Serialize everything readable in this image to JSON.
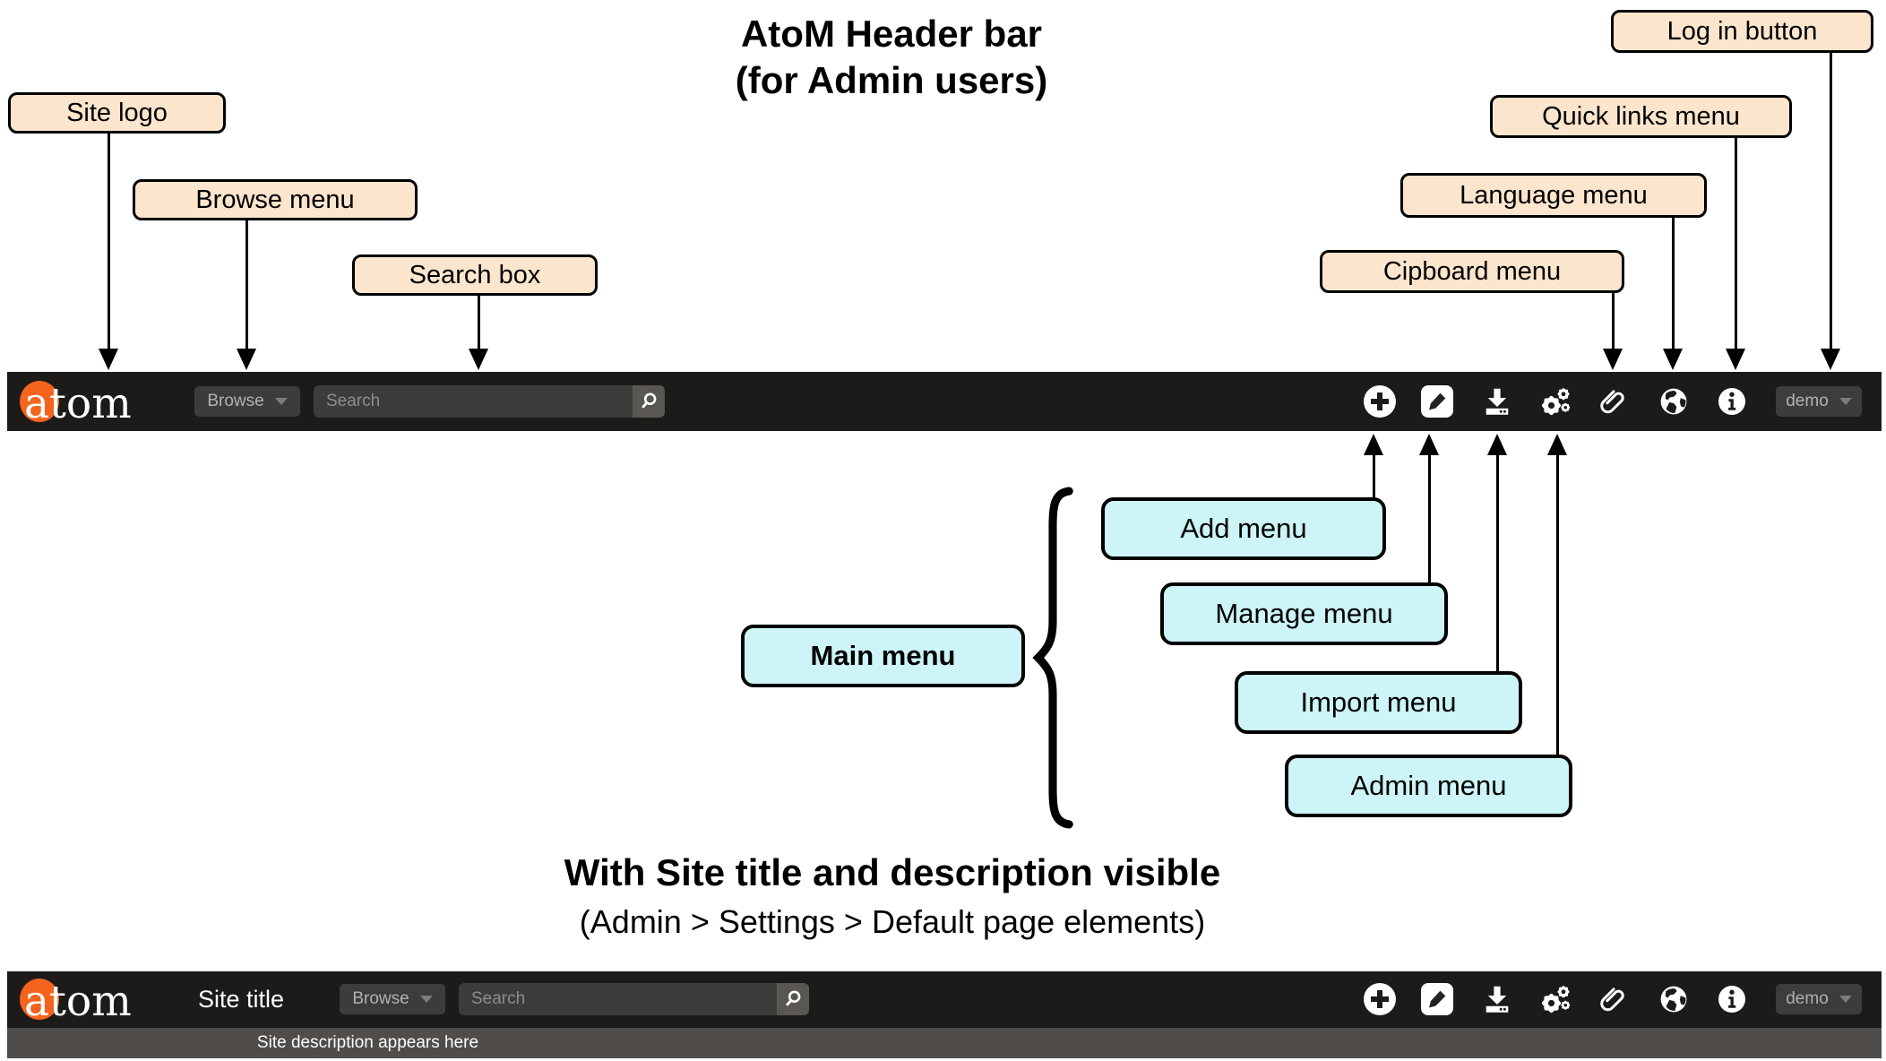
{
  "title": {
    "line1": "AtoM Header bar",
    "line2": "(for Admin users)"
  },
  "callouts": {
    "site_logo": "Site logo",
    "browse_menu": "Browse menu",
    "search_box": "Search box",
    "cipboard_menu": "Cipboard menu",
    "language_menu": "Language menu",
    "quick_links_menu": "Quick links menu",
    "log_in_button": "Log in button"
  },
  "menu_callouts": {
    "main_menu": "Main menu",
    "add_menu": "Add menu",
    "manage_menu": "Manage menu",
    "import_menu": "Import menu",
    "admin_menu": "Admin menu"
  },
  "section2": {
    "title": "With Site title and description visible",
    "subtitle": "(Admin > Settings > Default page elements)"
  },
  "header_bar_admin": {
    "logo_text": "atom",
    "browse_label": "Browse",
    "search_placeholder": "Search",
    "user_menu_label": "demo",
    "icons": [
      "plus-icon",
      "pencil-icon",
      "download-icon",
      "gears-icon",
      "paperclip-icon",
      "globe-icon",
      "info-icon"
    ]
  },
  "header_bar_site": {
    "logo_text": "atom",
    "site_title": "Site title",
    "browse_label": "Browse",
    "search_placeholder": "Search",
    "user_menu_label": "demo",
    "site_description": "Site description appears here",
    "icons": [
      "plus-icon",
      "pencil-icon",
      "download-icon",
      "gears-icon",
      "paperclip-icon",
      "globe-icon",
      "info-icon"
    ]
  },
  "colors": {
    "bar_bg": "#1d1b1a",
    "callout_bg": "#fce5cd",
    "menu_callout_bg": "#cdf4f6",
    "logo_orange": "#f4641d",
    "control_bg": "#3e3c3b",
    "search_button_bg": "#5a5651",
    "description_bar_bg": "#4f4c49",
    "arrow": "#000000"
  }
}
